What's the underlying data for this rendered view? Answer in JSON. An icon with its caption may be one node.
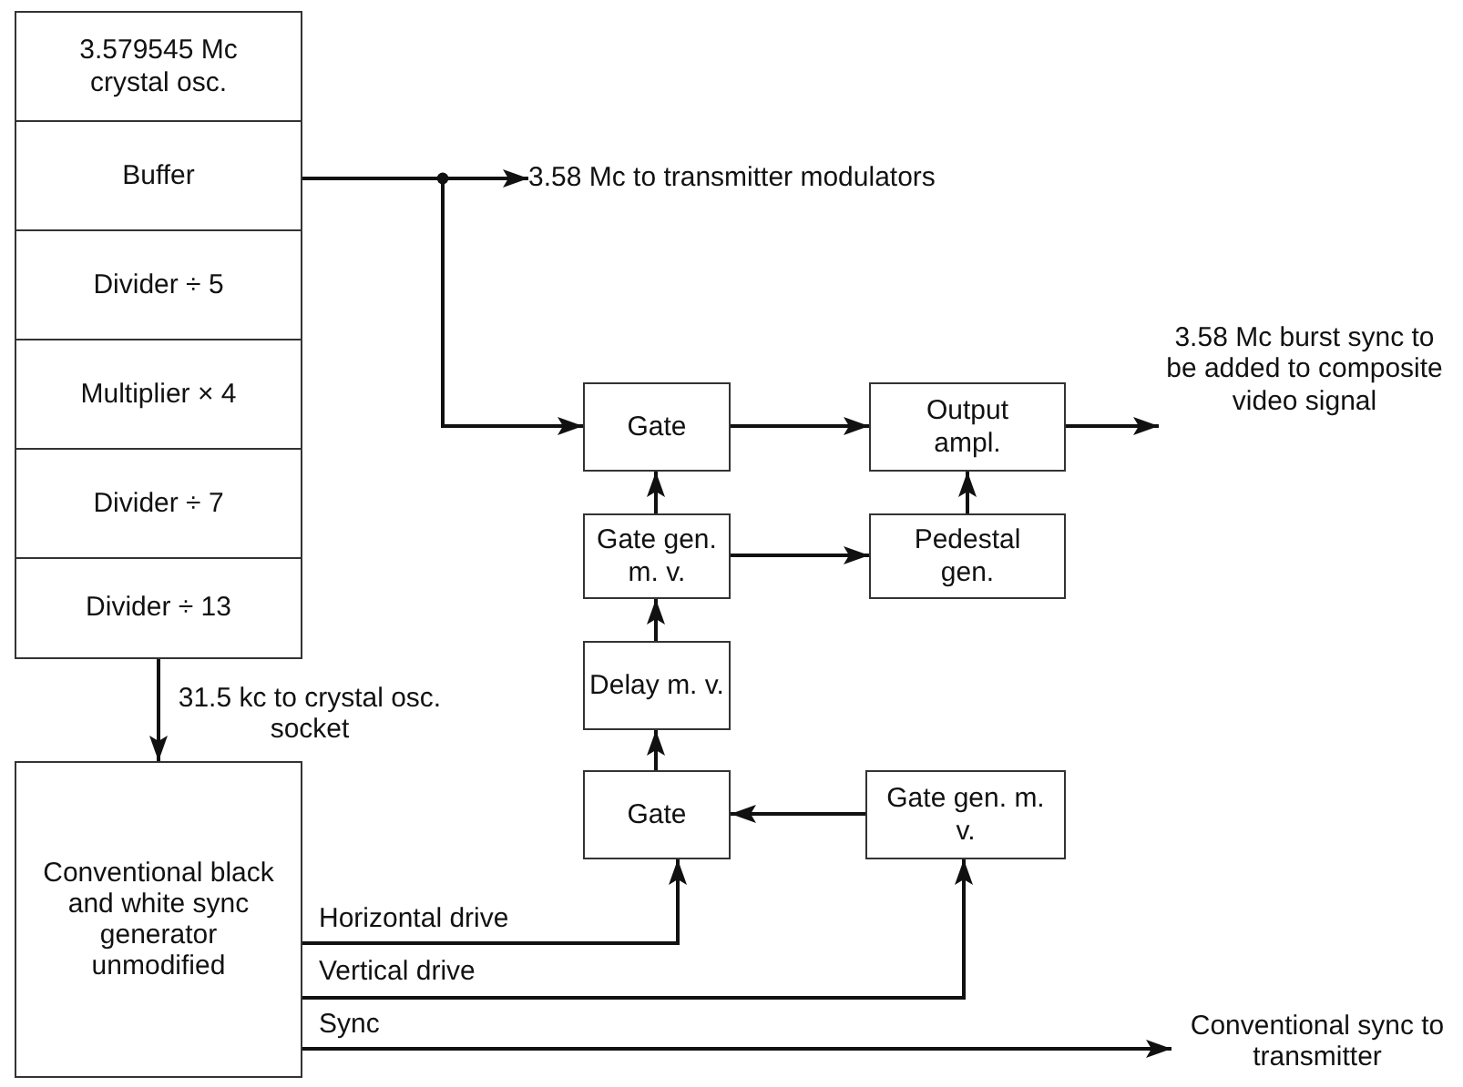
{
  "diagram": {
    "nodes": [
      {
        "text": [
          "3.579545 Mc crystal osc."
        ]
      },
      {
        "text": [
          "Buffer"
        ]
      },
      {
        "text": [
          "Divider ÷ 5"
        ]
      },
      {
        "text": [
          "Multiplier × 4"
        ]
      },
      {
        "text": [
          "Divider ÷ 7"
        ]
      },
      {
        "text": [
          "Divider ÷ 13"
        ]
      },
      {
        "text": [
          "Conventional black and white sync generator unmodified"
        ]
      },
      {
        "text": [
          "3.58 Mc to transmitter modulators"
        ]
      },
      {
        "text": [
          "Gate"
        ]
      },
      {
        "text": [
          "Output ampl."
        ]
      },
      {
        "text": [
          "3.58 Mc burst sync to be added to composite video signal"
        ]
      },
      {
        "text": [
          "Gate gen. m. v."
        ]
      },
      {
        "text": [
          "Pedestal gen."
        ]
      },
      {
        "text": [
          "Delay m. v."
        ]
      },
      {
        "text": [
          "Gate"
        ]
      },
      {
        "text": [
          "Gate gen. m. v."
        ]
      },
      {
        "text": [
          "Conventional sync to transmitter"
        ]
      }
    ],
    "edges": [
      {
        "from": 1,
        "to": 7,
        "arrow": "to"
      },
      {
        "from": 1,
        "to": 8,
        "arrow": "to"
      },
      {
        "from": 8,
        "to": 9,
        "arrow": "to"
      },
      {
        "from": 9,
        "to": 10,
        "arrow": "to"
      },
      {
        "from": 11,
        "to": 8,
        "arrow": "to"
      },
      {
        "from": 11,
        "to": 12,
        "arrow": "to"
      },
      {
        "from": 12,
        "to": 9,
        "arrow": "to"
      },
      {
        "from": 13,
        "to": 11,
        "arrow": "to"
      },
      {
        "from": 14,
        "to": 13,
        "arrow": "to"
      },
      {
        "from": 15,
        "to": 14,
        "arrow": "to"
      },
      {
        "from": 5,
        "to": 6,
        "arrow": "to",
        "label": "31.5 kc to crystal osc. socket"
      },
      {
        "from": 6,
        "to": 14,
        "arrow": "to",
        "label": "Horizontal drive"
      },
      {
        "from": 6,
        "to": 15,
        "arrow": "to",
        "label": "Vertical drive"
      },
      {
        "from": 6,
        "to": 16,
        "arrow": "to",
        "label": "Sync"
      }
    ]
  }
}
